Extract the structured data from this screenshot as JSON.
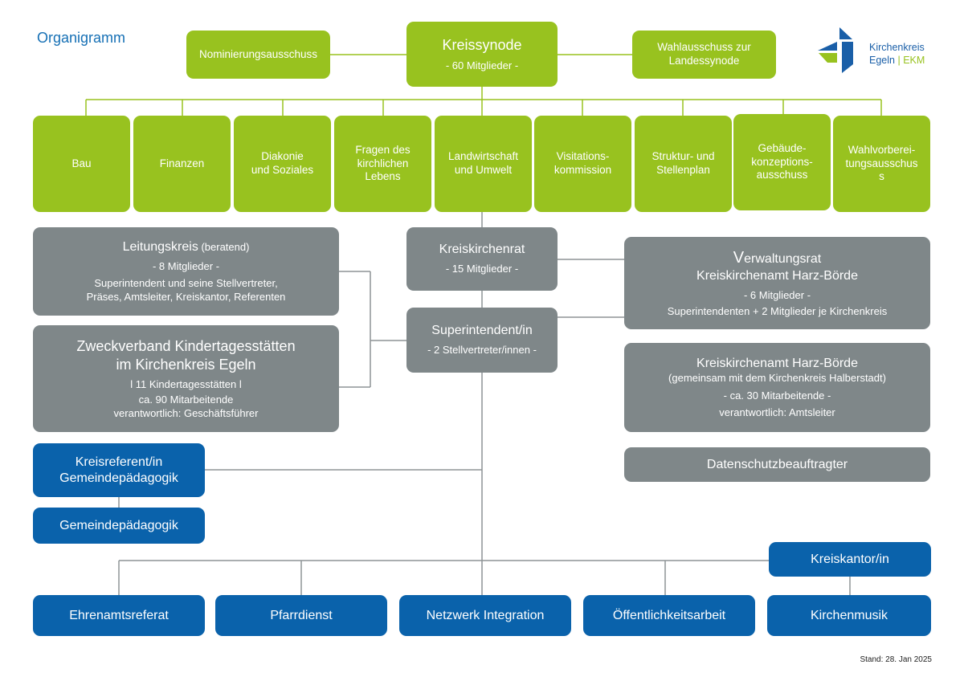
{
  "header": {
    "title": "Organigramm"
  },
  "logo": {
    "line1": "Kirchenkreis",
    "line2_a": "Egeln",
    "line2_sep": " | ",
    "line2_b": "EKM",
    "colors": {
      "blue": "#1a5fa8",
      "green": "#98c21f"
    }
  },
  "top": {
    "kreissynode": {
      "title": "Kreissynode",
      "sub": "- 60 Mitglieder -"
    },
    "nominierung": {
      "label": "Nominierungsausschuss"
    },
    "wahlausschuss": {
      "line1": "Wahlausschuss zur",
      "line2": "Landessynode"
    }
  },
  "committees": [
    {
      "lines": [
        "Bau"
      ]
    },
    {
      "lines": [
        "Finanzen"
      ]
    },
    {
      "lines": [
        "Diakonie",
        "und Soziales"
      ]
    },
    {
      "lines": [
        "Fragen des",
        "kirchlichen",
        "Lebens"
      ]
    },
    {
      "lines": [
        "Landwirtschaft",
        "und Umwelt"
      ]
    },
    {
      "lines": [
        "Visitations-",
        "kommission"
      ]
    },
    {
      "lines": [
        "Struktur- und",
        "Stellenplan"
      ]
    },
    {
      "lines": [
        "Gebäude-",
        "konzeptions-",
        "ausschuss"
      ]
    },
    {
      "lines": [
        "Wahlvorberei-",
        "tungsausschus",
        "s"
      ]
    }
  ],
  "leitungskreis": {
    "title": "Leitungskreis",
    "title_suffix": " (beratend)",
    "members": "- 8 Mitglieder -",
    "line1": "Superintendent und seine Stellvertreter,",
    "line2": "Präses, Amtsleiter, Kreiskantor, Referenten"
  },
  "zweckverband": {
    "title1": "Zweckverband Kindertagesstätten",
    "title2": "im Kirchenkreis Egeln",
    "line1": "l 11 Kindertagesstätten l",
    "line2": "ca. 90 Mitarbeitende",
    "line3": "verantwortlich: Geschäftsführer"
  },
  "kreiskirchenrat": {
    "title": "Kreiskirchenrat",
    "sub": "- 15 Mitglieder -"
  },
  "superintendent": {
    "title": "Superintendent/in",
    "sub": "- 2 Stellvertreter/innen -"
  },
  "verwaltungsrat": {
    "title1_first": "V",
    "title1_rest": "erwaltungsrat",
    "title2": "Kreiskirchenamt Harz-Börde",
    "members": "- 6 Mitglieder -",
    "line1": "Superintendenten + 2 Mitglieder je Kirchenkreis"
  },
  "kreiskirchenamt": {
    "title": "Kreiskirchenamt Harz-Börde",
    "sub": "(gemeinsam mit dem Kirchenkreis Halberstadt)",
    "members": "- ca. 30 Mitarbeitende -",
    "line1": "verantwortlich: Amtsleiter"
  },
  "datenschutz": {
    "label": "Datenschutzbeauftragter"
  },
  "kreisreferent": {
    "line1": "Kreisreferent/in",
    "line2": "Gemeindepädagogik"
  },
  "gemeindepaedagogik": {
    "label": "Gemeindepädagogik"
  },
  "kreiskantor": {
    "label": "Kreiskantor/in"
  },
  "bottom": [
    {
      "label": "Ehrenamtsreferat"
    },
    {
      "label": "Pfarrdienst"
    },
    {
      "label": "Netzwerk Integration"
    },
    {
      "label": "Öffentlichkeitsarbeit"
    },
    {
      "label": "Kirchenmusik"
    }
  ],
  "footer": {
    "stand": "Stand: 28. Jan 2025"
  },
  "colors": {
    "green": "#98c21f",
    "grey": "#7f8789",
    "blue": "#0a62ab",
    "line_green": "#98c21f",
    "line_grey": "#8e9496"
  }
}
